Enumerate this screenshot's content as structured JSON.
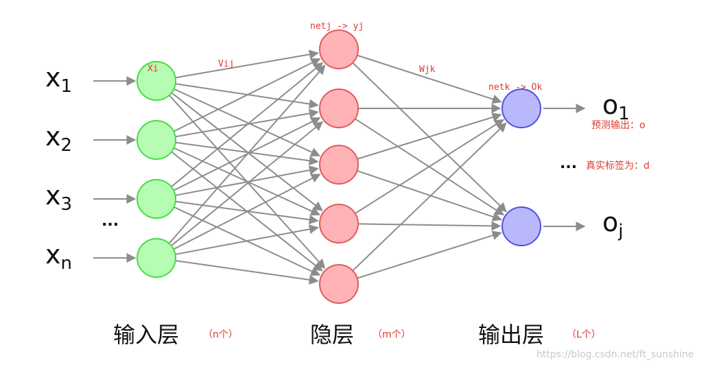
{
  "inputs": {
    "x1": {
      "base": "x",
      "sub": "1"
    },
    "x2": {
      "base": "x",
      "sub": "2"
    },
    "x3": {
      "base": "x",
      "sub": "3"
    },
    "xn": {
      "base": "x",
      "sub": "n"
    },
    "ellipsis": "..."
  },
  "outputs": {
    "o1": {
      "base": "o",
      "sub": "1"
    },
    "oj": {
      "base": "o",
      "sub": "j"
    },
    "ellipsis": "..."
  },
  "annotations": {
    "xi": "Xi",
    "vij": "Vij",
    "net_hidden": "netj -> yj",
    "wjk": "Wjk",
    "net_output": "netk -> Ok",
    "predicted": "预测输出：o",
    "true_label": "真实标签为：d"
  },
  "layers": {
    "input": {
      "name": "输入层",
      "count": "（n个）"
    },
    "hidden": {
      "name": "隐层",
      "count": "（m个）"
    },
    "output": {
      "name": "输出层",
      "count": "（L个）"
    }
  },
  "colors": {
    "input_fill": "#b6fcb3",
    "input_stroke": "#44dd44",
    "hidden_fill": "#ffb3b6",
    "hidden_stroke": "#e05a5a",
    "output_fill": "#b8b8fb",
    "output_stroke": "#5050e0",
    "edge": "#8c8c8c",
    "annotation": "#e0392b"
  },
  "watermark": "https://blog.csdn.net/ft_sunshine"
}
